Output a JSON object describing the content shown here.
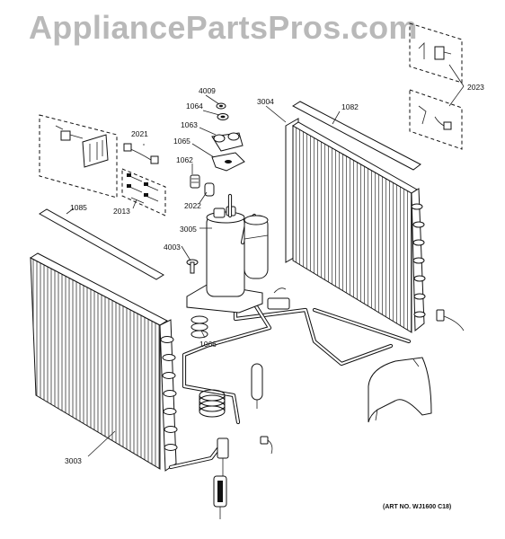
{
  "watermark": "AppliancePartsPros.com",
  "art_number": "(ART NO. WJ1600 C18)",
  "part_labels": {
    "p4009": "4009",
    "p1064": "1064",
    "p1063": "1063",
    "p1065": "1065",
    "p1062": "1062",
    "p2021": "2021",
    "p2013": "2013",
    "p2022": "2022",
    "p3004": "3004",
    "p1082": "1082",
    "p2023": "2023",
    "p1085": "1085",
    "p3005": "3005",
    "p4003": "4003",
    "p1066": "1066",
    "p3003": "3003"
  }
}
